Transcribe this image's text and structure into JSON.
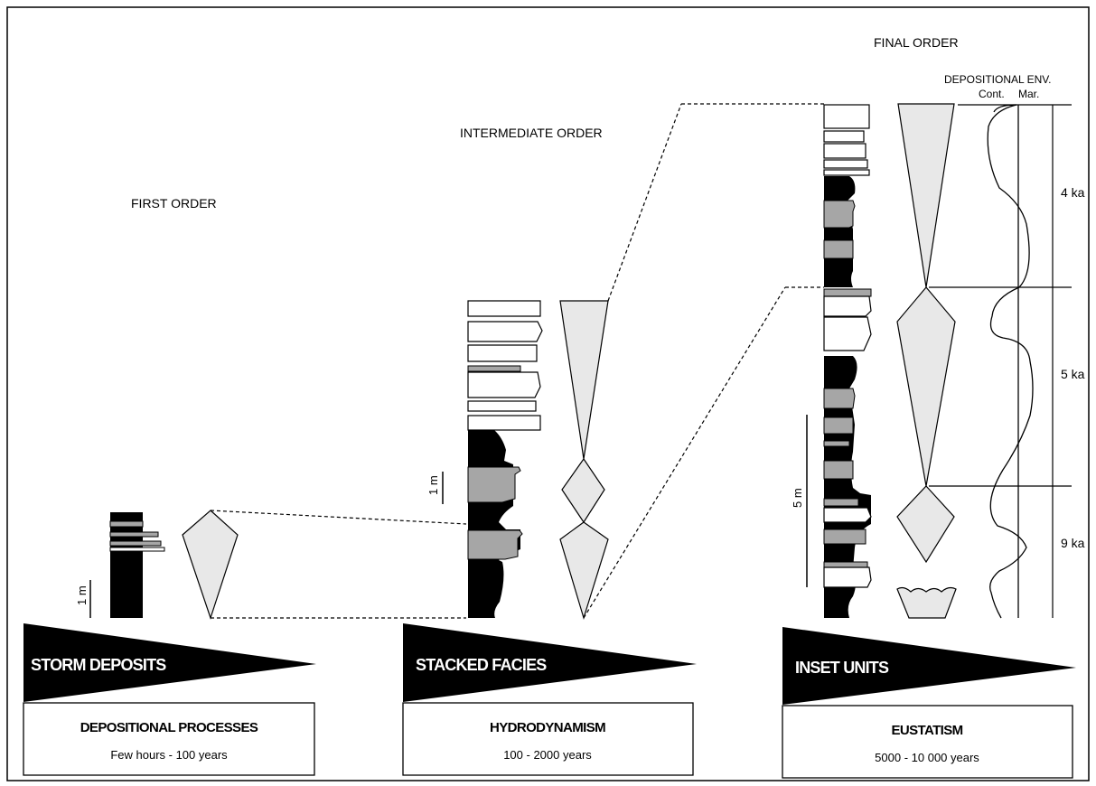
{
  "order_titles": {
    "first": "FIRST ORDER",
    "intermediate": "INTERMEDIATE ORDER",
    "final": "FINAL ORDER"
  },
  "depositional_env": {
    "title": "DEPOSITIONAL ENV.",
    "continental": "Cont.",
    "marine": "Mar."
  },
  "scale_bars": {
    "first": "1 m",
    "intermediate": "1 m",
    "final": "5 m"
  },
  "durations": [
    "4 ka",
    "5 ka",
    "9 ka"
  ],
  "panels": [
    {
      "band": "STORM DEPOSITS",
      "box_title": "DEPOSITIONAL PROCESSES",
      "box_sub": "Few hours - 100 years"
    },
    {
      "band": "STACKED FACIES",
      "box_title": "HYDRODYNAMISM",
      "box_sub": "100 - 2000 years"
    },
    {
      "band": "INSET UNITS",
      "box_title": "EUSTATISM",
      "box_sub": "5000 - 10 000 years"
    }
  ],
  "colors": {
    "dark_facies": "#000000",
    "mid_facies": "#a6a6a6",
    "light_facies": "#ffffff",
    "trend_fill": "#e8e8e8"
  }
}
